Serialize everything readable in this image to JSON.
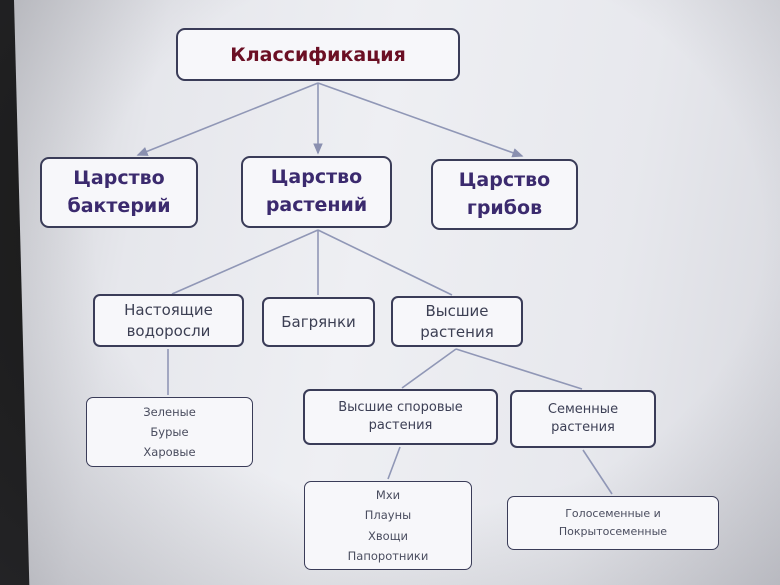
{
  "diagram": {
    "root": "Классификация",
    "kingdoms": [
      {
        "lines": [
          "Царство",
          "бактерий"
        ]
      },
      {
        "lines": [
          "Царство",
          "растений"
        ]
      },
      {
        "lines": [
          "Царство",
          "грибов"
        ]
      }
    ],
    "plant_groups": [
      {
        "lines": [
          "Настоящие",
          "водоросли"
        ]
      },
      {
        "lines": [
          "Багрянки"
        ]
      },
      {
        "lines": [
          "Высшие",
          "растения"
        ]
      }
    ],
    "higher_plants": [
      {
        "lines": [
          "Высшие споровые",
          "растения"
        ]
      },
      {
        "lines": [
          "Семенные",
          "растения"
        ]
      }
    ],
    "algae_list": [
      "Зеленые",
      "Бурые",
      "Харовые"
    ],
    "spore_plants_list": [
      "Мхи",
      "Плауны",
      "Хвощи",
      "Папоротники"
    ],
    "seed_plants_list": [
      "Голосеменные и",
      "Покрытосеменные"
    ]
  },
  "colors": {
    "root_text": "#6b0f24",
    "kingdom_text": "#3b2a6e",
    "box_border": "#3a3c58",
    "connector": "#9097b6"
  }
}
